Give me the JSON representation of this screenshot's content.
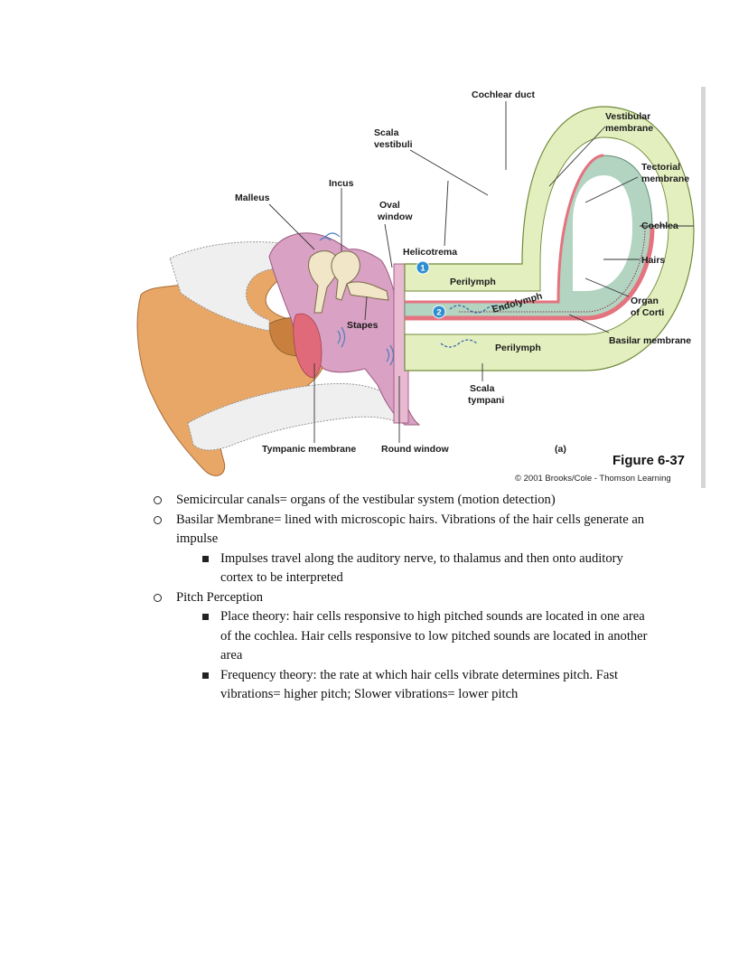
{
  "figure": {
    "labels": {
      "cochlear_duct": "Cochlear duct",
      "vestibular_membrane_1": "Vestibular",
      "vestibular_membrane_2": "membrane",
      "scala_vestibuli_1": "Scala",
      "scala_vestibuli_2": "vestibuli",
      "tectorial_membrane_1": "Tectorial",
      "tectorial_membrane_2": "membrane",
      "incus": "Incus",
      "malleus": "Malleus",
      "oval_window_1": "Oval",
      "oval_window_2": "window",
      "cochlea": "Cochlea",
      "helicotrema": "Helicotrema",
      "hairs": "Hairs",
      "perilymph_top": "Perilymph",
      "endolymph": "Endolymph",
      "organ_of_corti_1": "Organ",
      "organ_of_corti_2": "of Corti",
      "stapes": "Stapes",
      "basilar_membrane": "Basilar membrane",
      "perilymph_bottom": "Perilymph",
      "scala_tympani_1": "Scala",
      "scala_tympani_2": "tympani",
      "tympanic_membrane": "Tympanic membrane",
      "round_window": "Round window",
      "panel": "(a)",
      "marker_1": "1",
      "marker_2": "2"
    },
    "title": "Figure 6-37",
    "copyright": "© 2001 Brooks/Cole - Thomson Learning"
  },
  "notes": {
    "item1": "Semicircular canals= organs of the vestibular system (motion detection)",
    "item2": "Basilar Membrane= lined with microscopic hairs. Vibrations of the hair cells generate an impulse",
    "item2_sub1": "Impulses travel along the auditory nerve, to thalamus and then onto auditory cortex to be interpreted",
    "item3": "Pitch Perception",
    "item3_sub1": "Place theory: hair cells responsive to high pitched sounds are located in one area of the cochlea. Hair cells responsive to low pitched sounds are located in another area",
    "item3_sub2": "Frequency theory: the rate at which hair cells vibrate determines pitch. Fast vibrations= higher pitch; Slower vibrations= lower pitch"
  },
  "colors": {
    "skin": "#e8a766",
    "bone": "#eeeeee",
    "middle_ear": "#d9a1c3",
    "cochlea_fill": "#e4efc0",
    "duct": "#b2d4c0",
    "membrane": "#e4737f",
    "marker": "#2e8fd0"
  }
}
